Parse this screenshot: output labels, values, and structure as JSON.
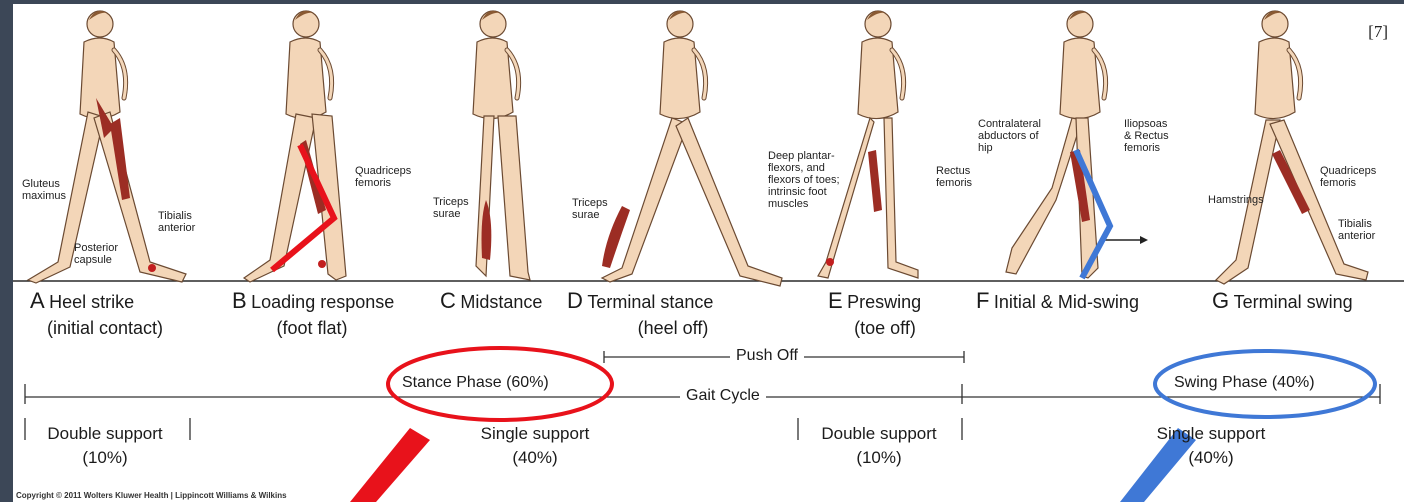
{
  "reference": "[7]",
  "copyright": "Copyright © 2011 Wolters Kluwer Health | Lippincott Williams & Wilkins",
  "phases": [
    {
      "letter": "A",
      "name": "Heel strike",
      "sub": "(initial contact)"
    },
    {
      "letter": "B",
      "name": "Loading response",
      "sub": "(foot flat)"
    },
    {
      "letter": "C",
      "name": "Midstance",
      "sub": ""
    },
    {
      "letter": "D",
      "name": "Terminal stance",
      "sub": "(heel off)"
    },
    {
      "letter": "E",
      "name": "Preswing",
      "sub": "(toe off)"
    },
    {
      "letter": "F",
      "name": "Initial & Mid-swing",
      "sub": ""
    },
    {
      "letter": "G",
      "name": "Terminal swing",
      "sub": ""
    }
  ],
  "muscle_labels": {
    "gluteus_maximus": "Gluteus\nmaximus",
    "posterior_capsule": "Posterior\ncapsule",
    "tibialis_anterior_a": "Tibialis\nanterior",
    "quadriceps_b": "Quadriceps\nfemoris",
    "triceps_c": "Triceps\nsurae",
    "triceps_d": "Triceps\nsurae",
    "deep_plantar": "Deep plantar-\nflexors, and\nflexors of toes;\nintrinsic foot\nmuscles",
    "rectus_e": "Rectus\nfemoris",
    "contralateral": "Contralateral\nabductors of\nhip",
    "iliopsoas": "Iliopsoas\n& Rectus\nfemoris",
    "hamstrings": "Hamstrings",
    "quadriceps_g": "Quadriceps\nfemoris",
    "tibialis_anterior_g": "Tibialis\nanterior"
  },
  "push_off": "Push Off",
  "stance_phase": "Stance Phase (60%)",
  "gait_cycle": "Gait Cycle",
  "swing_phase": "Swing Phase (40%)",
  "supports": [
    {
      "name": "Double support",
      "pct": "(10%)"
    },
    {
      "name": "Single support",
      "pct": "(40%)"
    },
    {
      "name": "Double support",
      "pct": "(10%)"
    },
    {
      "name": "Single support",
      "pct": "(40%)"
    }
  ],
  "colors": {
    "stance": "#e8121b",
    "swing": "#3f78d6",
    "skin": "#f3d6b8",
    "muscle": "#9c2d24",
    "dark": "#3c4757"
  }
}
